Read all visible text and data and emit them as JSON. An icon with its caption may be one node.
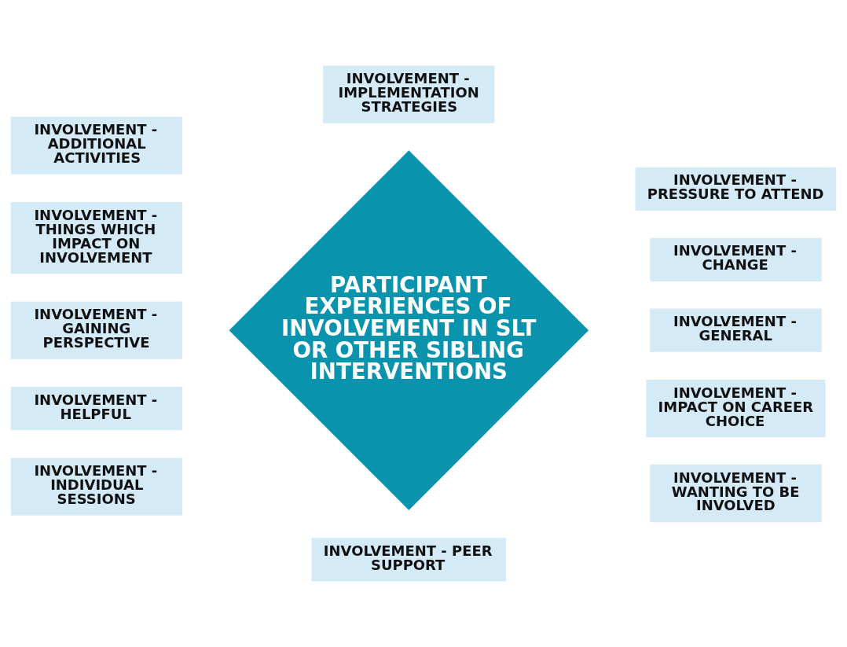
{
  "diagram": {
    "nodes": [
      {
        "text": [
          "PARTICIPANT EXPERIENCES OF INVOLVEMENT IN SLT OR OTHER SIBLING INTERVENTIONS"
        ]
      },
      {
        "text": [
          "INVOLVEMENT - ADDITIONAL ACTIVITIES"
        ]
      },
      {
        "text": [
          "INVOLVEMENT - IMPLEMENTATION STRATEGIES"
        ]
      },
      {
        "text": [
          "INVOLVEMENT - PRESSURE TO ATTEND"
        ]
      },
      {
        "text": [
          "INVOLVEMENT - THINGS WHICH IMPACT ON INVOLVEMENT"
        ]
      },
      {
        "text": [
          "INVOLVEMENT - CHANGE"
        ]
      },
      {
        "text": [
          "INVOLVEMENT - GAINING PERSPECTIVE"
        ]
      },
      {
        "text": [
          "INVOLVEMENT - GENERAL"
        ]
      },
      {
        "text": [
          "INVOLVEMENT - HELPFUL"
        ]
      },
      {
        "text": [
          "INVOLVEMENT - IMPACT ON CAREER CHOICE"
        ]
      },
      {
        "text": [
          "INVOLVEMENT - INDIVIDUAL SESSIONS"
        ]
      },
      {
        "text": [
          "INVOLVEMENT - PEER SUPPORT"
        ]
      },
      {
        "text": [
          "INVOLVEMENT - WANTING TO BE INVOLVED"
        ]
      }
    ],
    "edges": []
  }
}
